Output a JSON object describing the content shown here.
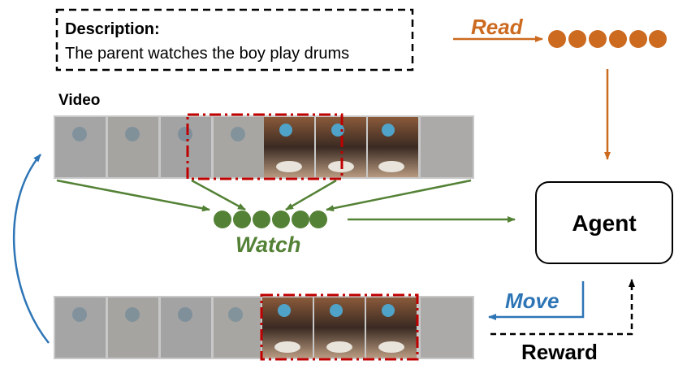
{
  "description": {
    "heading": "Description:",
    "text": "The parent watches the boy play drums"
  },
  "labels": {
    "video": "Video",
    "read": "Read",
    "watch": "Watch",
    "agent": "Agent",
    "move": "Move",
    "reward": "Reward"
  },
  "colors": {
    "read": "#cc6a1f",
    "watch": "#538135",
    "move": "#2e75b6",
    "window": "#c00000",
    "text": "#000000"
  },
  "icons": {
    "read_nodes": "circle",
    "watch_nodes": "circle",
    "frames": "drum-video-frame"
  }
}
